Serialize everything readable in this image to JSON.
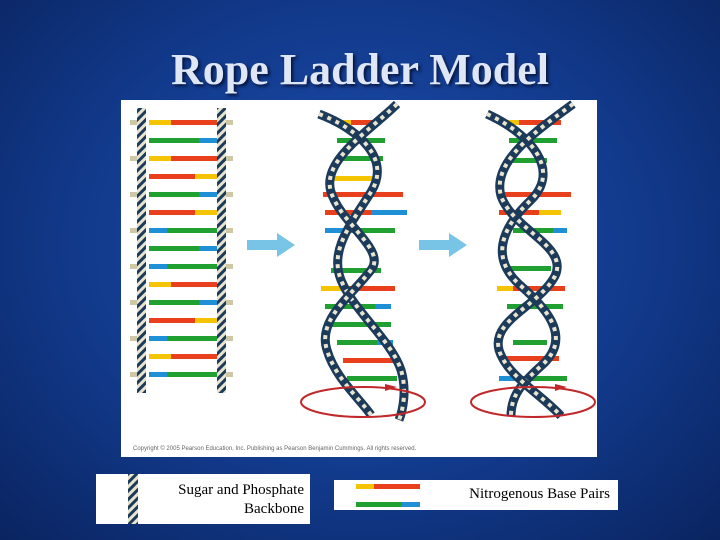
{
  "slide": {
    "title": "Rope Ladder Model",
    "copyright": "Copyright © 2005 Pearson Education, Inc. Publishing as Pearson Benjamin Cummings. All rights reserved."
  },
  "legend": {
    "backbone_line1": "Sugar and Phosphate",
    "backbone_line2": "Backbone",
    "base_pairs": "Nitrogenous Base Pairs"
  },
  "colors": {
    "background": "#123a8c",
    "title_text": "#dfe6f5",
    "base_red": "#e8401c",
    "base_yellow": "#f4c400",
    "base_green": "#1fa030",
    "base_blue": "#1f8fd6",
    "backbone_stripe_dark": "#1c3a5a",
    "backbone_stripe_light": "#e8e4cf",
    "arrow": "#78c4e6",
    "rotation_ring": "#c0282a"
  },
  "icons": {
    "process_arrow": "right-arrow-icon",
    "rotation": "rotation-ellipse-icon",
    "backbone_sample": "striped-strand-icon",
    "base_pair_sample": "base-pair-bars-icon"
  }
}
